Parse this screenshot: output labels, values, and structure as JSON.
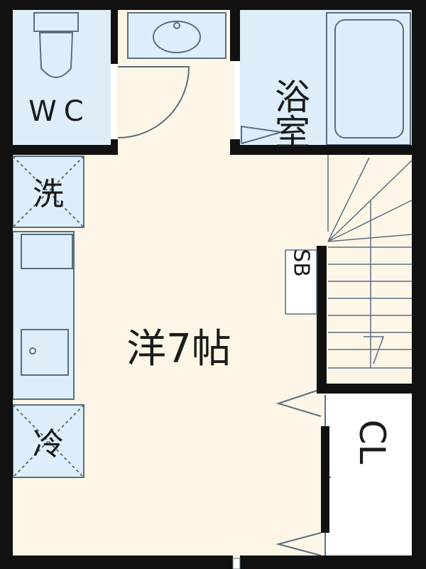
{
  "rooms": {
    "wc": "WC",
    "bath": "浴室",
    "washer": "洗",
    "fridge": "冷",
    "main": "洋7帖",
    "storage": "SB",
    "closet": "CL"
  },
  "colors": {
    "wall": "#111111",
    "floor_main": "#fdf6e6",
    "floor_wet": "#ddeefa",
    "fixture_stroke": "#5a6e82",
    "closet_floor": "#ffffff"
  }
}
